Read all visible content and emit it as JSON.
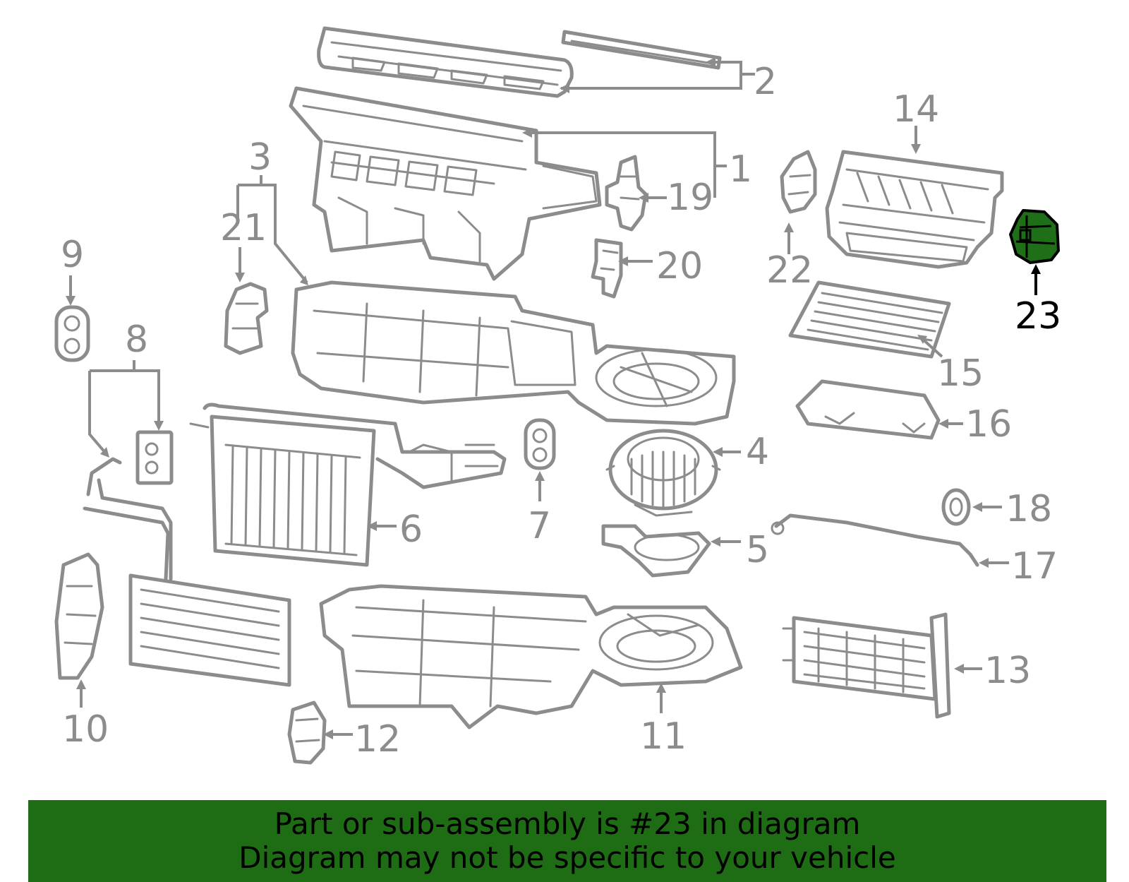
{
  "callouts": [
    "1",
    "2",
    "3",
    "4",
    "5",
    "6",
    "7",
    "8",
    "9",
    "10",
    "11",
    "12",
    "13",
    "14",
    "15",
    "16",
    "17",
    "18",
    "19",
    "20",
    "21",
    "22",
    "23"
  ],
  "highlight": {
    "part": "23",
    "color": "#1e6f17"
  },
  "banner": {
    "line1": "Part or sub-assembly is #23 in diagram",
    "line2": "Diagram may not be specific to your vehicle",
    "background": "#1e6c14"
  }
}
